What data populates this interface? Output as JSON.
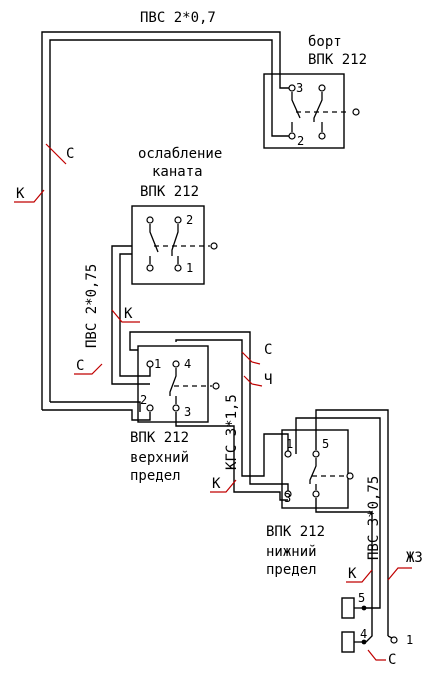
{
  "labels": {
    "cable_top": "ПВС 2*0,7",
    "cable_left": "ПВС 2*0,75",
    "cable_mid": "КГС 3*1,5",
    "cable_right": "ПВС 3*0,75",
    "bort_title": "борт",
    "bort_model": "ВПК 212",
    "slack_line1": "ослабление",
    "slack_line2": "каната",
    "slack_model": "ВПК 212",
    "upper_model": "ВПК 212",
    "upper_line1": "верхний",
    "upper_line2": "предел",
    "lower_model": "ВПК 212",
    "lower_line1": "нижний",
    "lower_line2": "предел"
  },
  "wire_marks": {
    "C": "С",
    "K": "К",
    "Ch": "Ч",
    "Zh": "Ж3"
  },
  "terminals": {
    "t1": "1",
    "t2": "2",
    "t3": "3",
    "t4": "4",
    "t5": "5"
  },
  "colors": {
    "line": "#000000",
    "marker": "#c00000",
    "background": "#ffffff"
  }
}
